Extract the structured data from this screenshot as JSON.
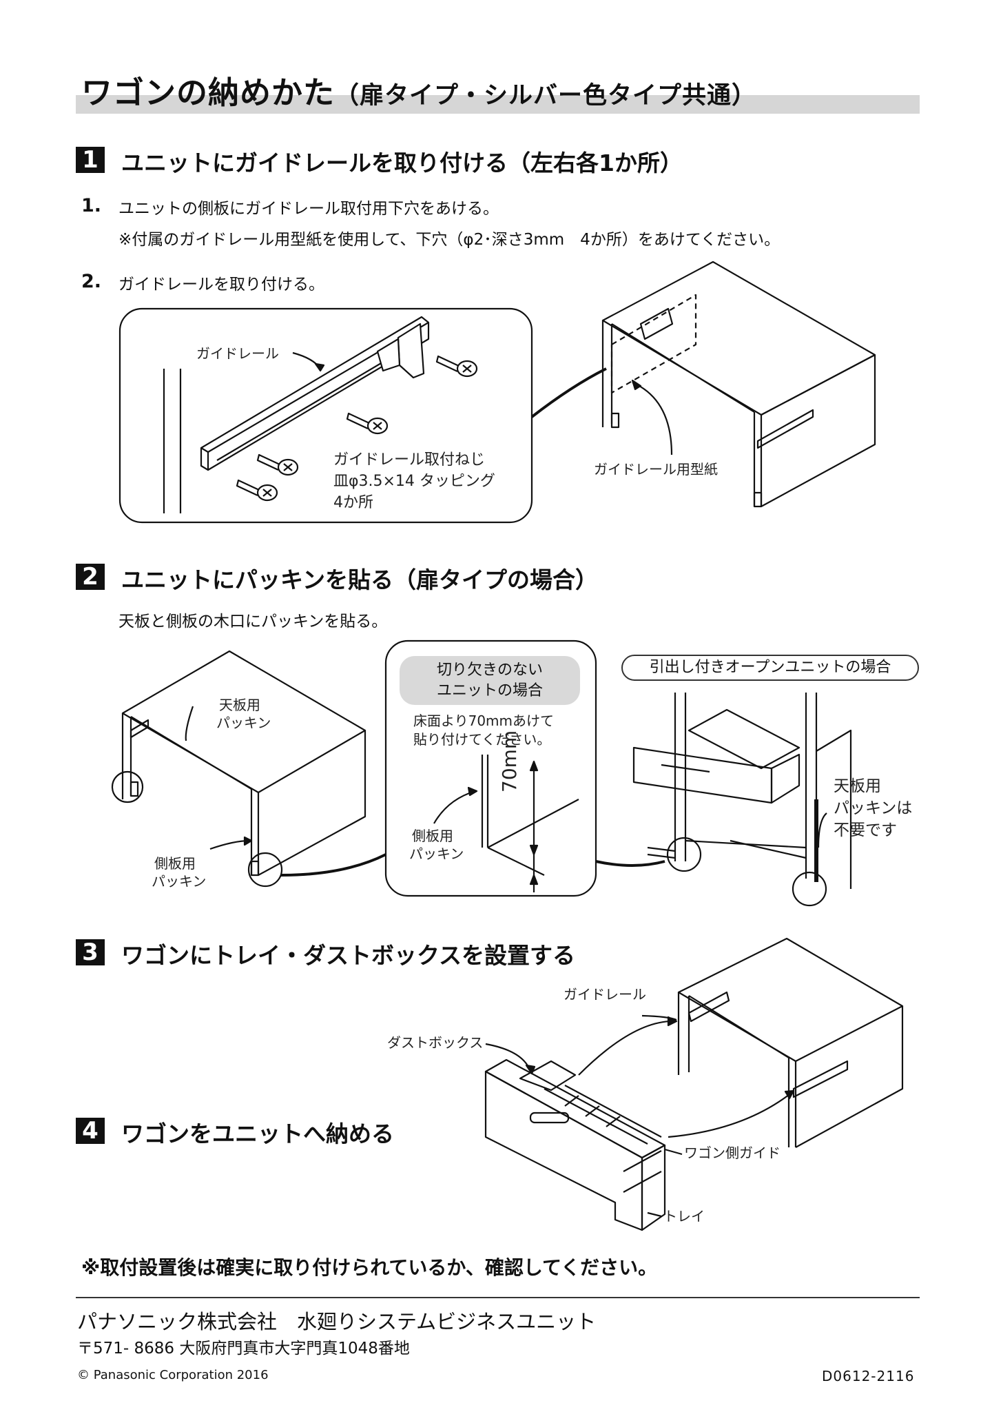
{
  "title": {
    "main": "ワゴンの納めかた",
    "sub": "（扉タイプ・シルバー色タイプ共通）"
  },
  "steps": {
    "s1": {
      "num": "1",
      "title": "ユニットにガイドレールを取り付ける（左右各1か所）"
    },
    "s2": {
      "num": "2",
      "title": "ユニットにパッキンを貼る（扉タイプの場合）"
    },
    "s3": {
      "num": "3",
      "title": "ワゴンにトレイ・ダストボックスを設置する"
    },
    "s4": {
      "num": "4",
      "title": "ワゴンをユニットへ納める"
    }
  },
  "section1": {
    "item1_num": "1.",
    "item1_text": "ユニットの側板にガイドレール取付用下穴をあける。",
    "item1_note": "※付属のガイドレール用型紙を使用して、下穴（φ2･深さ3mm　4か所）をあけてください。",
    "item2_num": "2.",
    "item2_text": "ガイドレールを取り付ける。",
    "label_guide_rail": "ガイドレール",
    "label_screw_1": "ガイドレール取付ねじ",
    "label_screw_2": "皿φ3.5×14 タッピング",
    "label_screw_3": "4か所",
    "label_template": "ガイドレール用型紙"
  },
  "section2": {
    "text": "天板と側板の木口にパッキンを貼る。",
    "label_top_1": "天板用",
    "label_top_2": "パッキン",
    "label_side_1": "側板用",
    "label_side_2": "パッキン",
    "nocut_title_1": "切り欠きのない",
    "nocut_title_2": "ユニットの場合",
    "nocut_text_1": "床面より70mmあけて",
    "nocut_text_2": "貼り付けてください。",
    "dim_70": "70mm",
    "inset_side_1": "側板用",
    "inset_side_2": "パッキン",
    "open_unit_caption": "引出し付きオープンユニットの場合",
    "not_needed_1": "天板用",
    "not_needed_2": "パッキンは",
    "not_needed_3": "不要です"
  },
  "section34": {
    "label_guide_rail": "ガイドレール",
    "label_dust_box": "ダストボックス",
    "label_wagon_guide": "ワゴン側ガイド",
    "label_tray": "トレイ"
  },
  "note": "※取付設置後は確実に取り付けられているか、確認してください。",
  "footer": {
    "company": "パナソニック株式会社　水廻りシステムビジネスユニット",
    "address": "〒571- 8686 大阪府門真市大字門真1048番地",
    "copyright": "© Panasonic Corporation 2016",
    "code": "D0612-2116"
  }
}
